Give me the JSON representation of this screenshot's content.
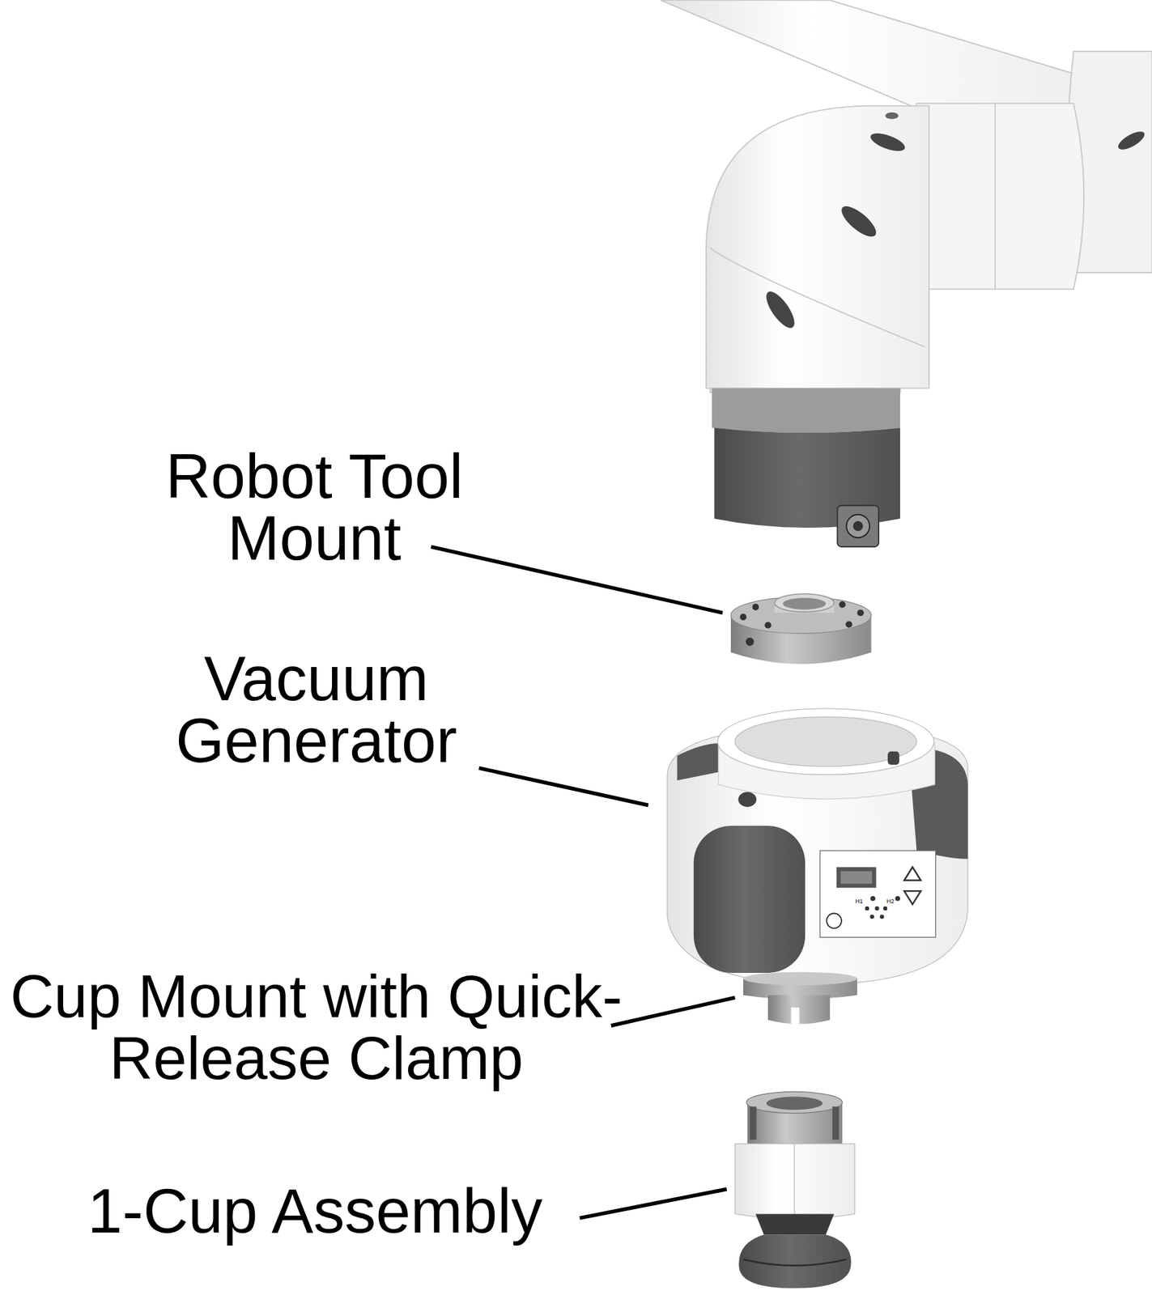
{
  "diagram": {
    "labels": [
      "Robot Tool Mount",
      "Vacuum Generator",
      "Cup Mount with Quick-Release Clamp",
      "1-Cup Assembly",
      "H1",
      "H2"
    ]
  }
}
